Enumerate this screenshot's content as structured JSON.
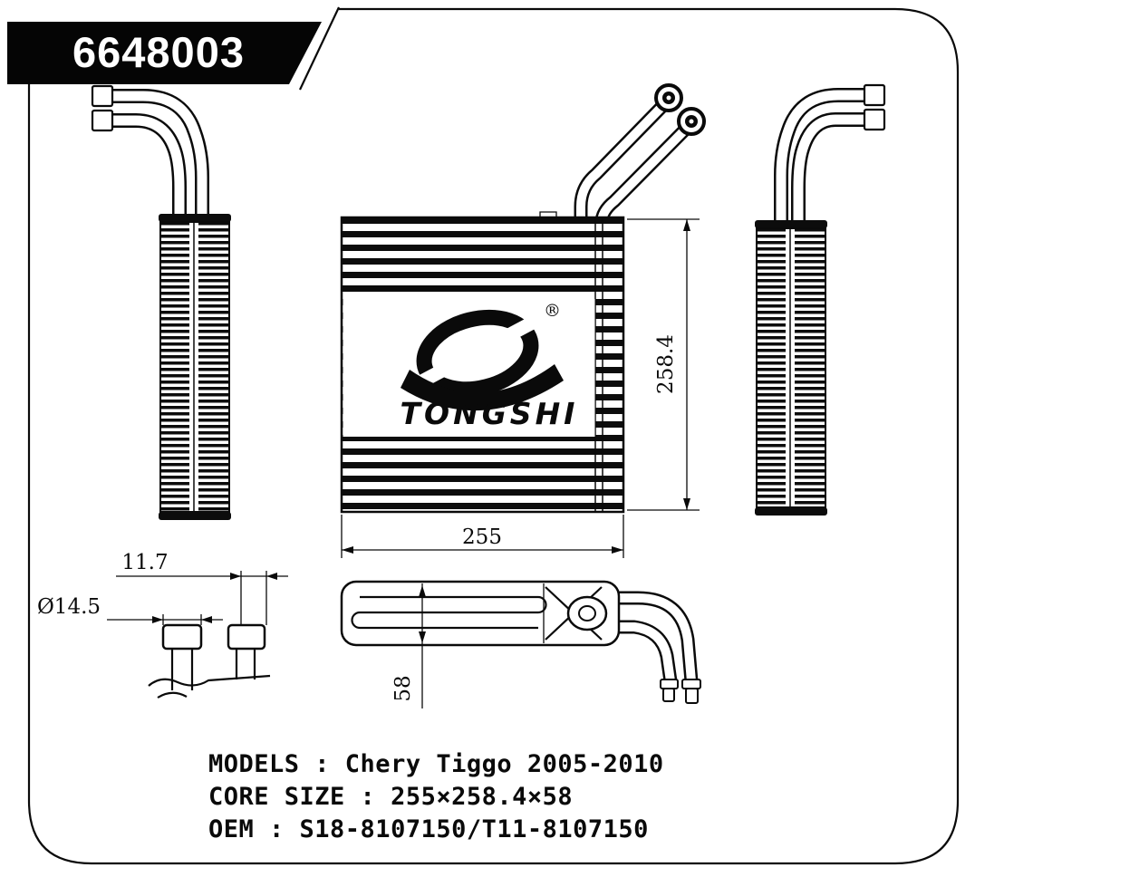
{
  "banner": {
    "part_number": "6648003"
  },
  "logo": {
    "brand": "TONGSHI",
    "registered": "®"
  },
  "dimensions": {
    "core_height": "258.4",
    "core_width": "255",
    "core_depth": "58",
    "pipe_offset": "11.7",
    "pipe_diameter": "Ø14.5"
  },
  "specs": {
    "lines": [
      "MODELS : Chery Tiggo 2005-2010",
      "CORE SIZE : 255×258.4×58",
      "OEM : S18-8107150/T11-8107150"
    ]
  }
}
